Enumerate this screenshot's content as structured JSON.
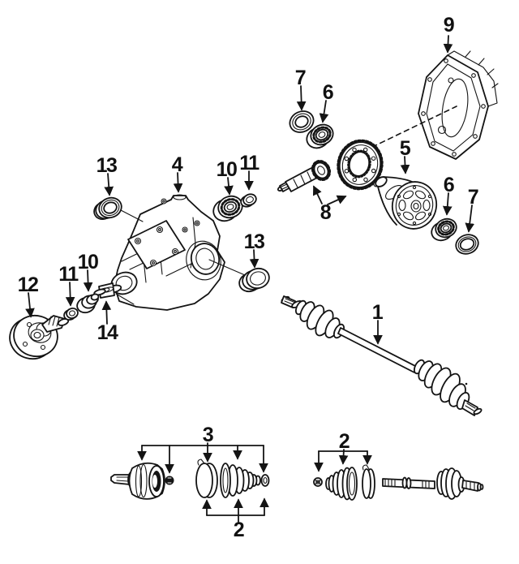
{
  "diagram": {
    "background_color": "#ffffff",
    "line_color": "#141414"
  },
  "callouts": {
    "cover": "9",
    "pinion_seal": "7",
    "pinion_bearing": "6",
    "diff_case": "5",
    "side_bearing": "6",
    "side_seal": "7",
    "ring_and_pinion": "8",
    "left_seal": "13",
    "carrier": "4",
    "upper_bearing": "10",
    "upper_seal": "11",
    "right_seal": "13",
    "flange": "12",
    "flange_nut": "11",
    "flange_boot": "10",
    "stub_shaft": "14",
    "axle_shaft": "1",
    "outer_joint_kit": "3",
    "boot_kit_left": "2",
    "boot_kit_right": "2"
  }
}
